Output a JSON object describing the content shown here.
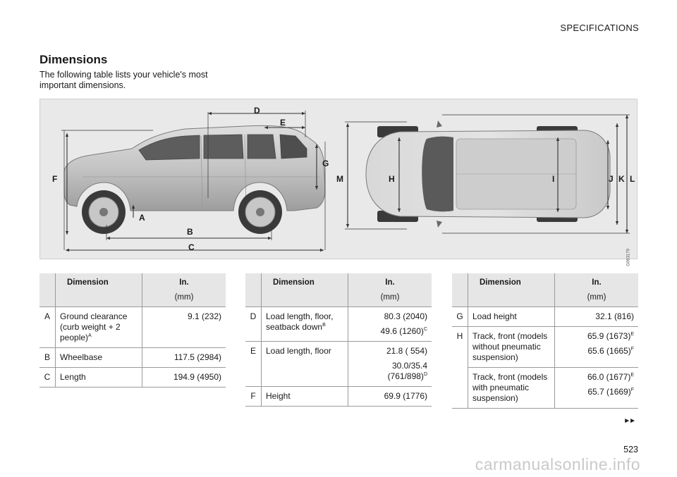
{
  "header": {
    "section": "SPECIFICATIONS"
  },
  "section": {
    "title": "Dimensions",
    "intro": "The following table lists your vehicle's most important dimensions."
  },
  "figure": {
    "code": "G063179",
    "side_labels": [
      "A",
      "B",
      "C",
      "D",
      "E",
      "F",
      "G"
    ],
    "top_labels": [
      "H",
      "I",
      "J",
      "K",
      "L",
      "M"
    ]
  },
  "tables": [
    {
      "headers": {
        "dimension": "Dimension",
        "unit_main": "In.",
        "unit_sub": "(mm)"
      },
      "rows": [
        {
          "letter": "A",
          "label": "Ground clearance (curb weight + 2 people)",
          "sup": "A",
          "value": "9.1 (232)",
          "value_sup": "",
          "value2": "",
          "value2_sup": ""
        },
        {
          "letter": "B",
          "label": "Wheelbase",
          "sup": "",
          "value": "117.5 (2984)",
          "value_sup": "",
          "value2": "",
          "value2_sup": ""
        },
        {
          "letter": "C",
          "label": "Length",
          "sup": "",
          "value": "194.9 (4950)",
          "value_sup": "",
          "value2": "",
          "value2_sup": ""
        }
      ]
    },
    {
      "headers": {
        "dimension": "Dimension",
        "unit_main": "In.",
        "unit_sub": "(mm)"
      },
      "rows": [
        {
          "letter": "D",
          "label": "Load length, floor, seatback down",
          "sup": "B",
          "value": "80.3 (2040)",
          "value_sup": "",
          "value2": "49.6 (1260)",
          "value2_sup": "C"
        },
        {
          "letter": "E",
          "label": "Load length, floor",
          "sup": "",
          "value": "21.8 ( 554)",
          "value_sup": "",
          "value2": "30.0/35.4 (761/898)",
          "value2_sup": "D"
        },
        {
          "letter": "F",
          "label": "Height",
          "sup": "",
          "value": "69.9 (1776)",
          "value_sup": "",
          "value2": "",
          "value2_sup": ""
        }
      ]
    },
    {
      "headers": {
        "dimension": "Dimension",
        "unit_main": "In.",
        "unit_sub": "(mm)"
      },
      "rows": [
        {
          "letter": "G",
          "label": "Load height",
          "sup": "",
          "value": "32.1 (816)",
          "value_sup": "",
          "value2": "",
          "value2_sup": ""
        },
        {
          "letter": "H",
          "label": "Track, front (models without pneumatic suspension)",
          "sup": "",
          "value": "65.9 (1673)",
          "value_sup": "E",
          "value2": "65.6 (1665)",
          "value2_sup": "F"
        },
        {
          "letter": "",
          "label": "Track, front (models with pneumatic suspension)",
          "sup": "",
          "value": "66.0 (1677)",
          "value_sup": "E",
          "value2": "65.7 (1669)",
          "value2_sup": "F"
        }
      ]
    }
  ],
  "footer": {
    "continue_mark": "►►",
    "page_number": "523",
    "watermark": "carmanualsonline.info"
  }
}
